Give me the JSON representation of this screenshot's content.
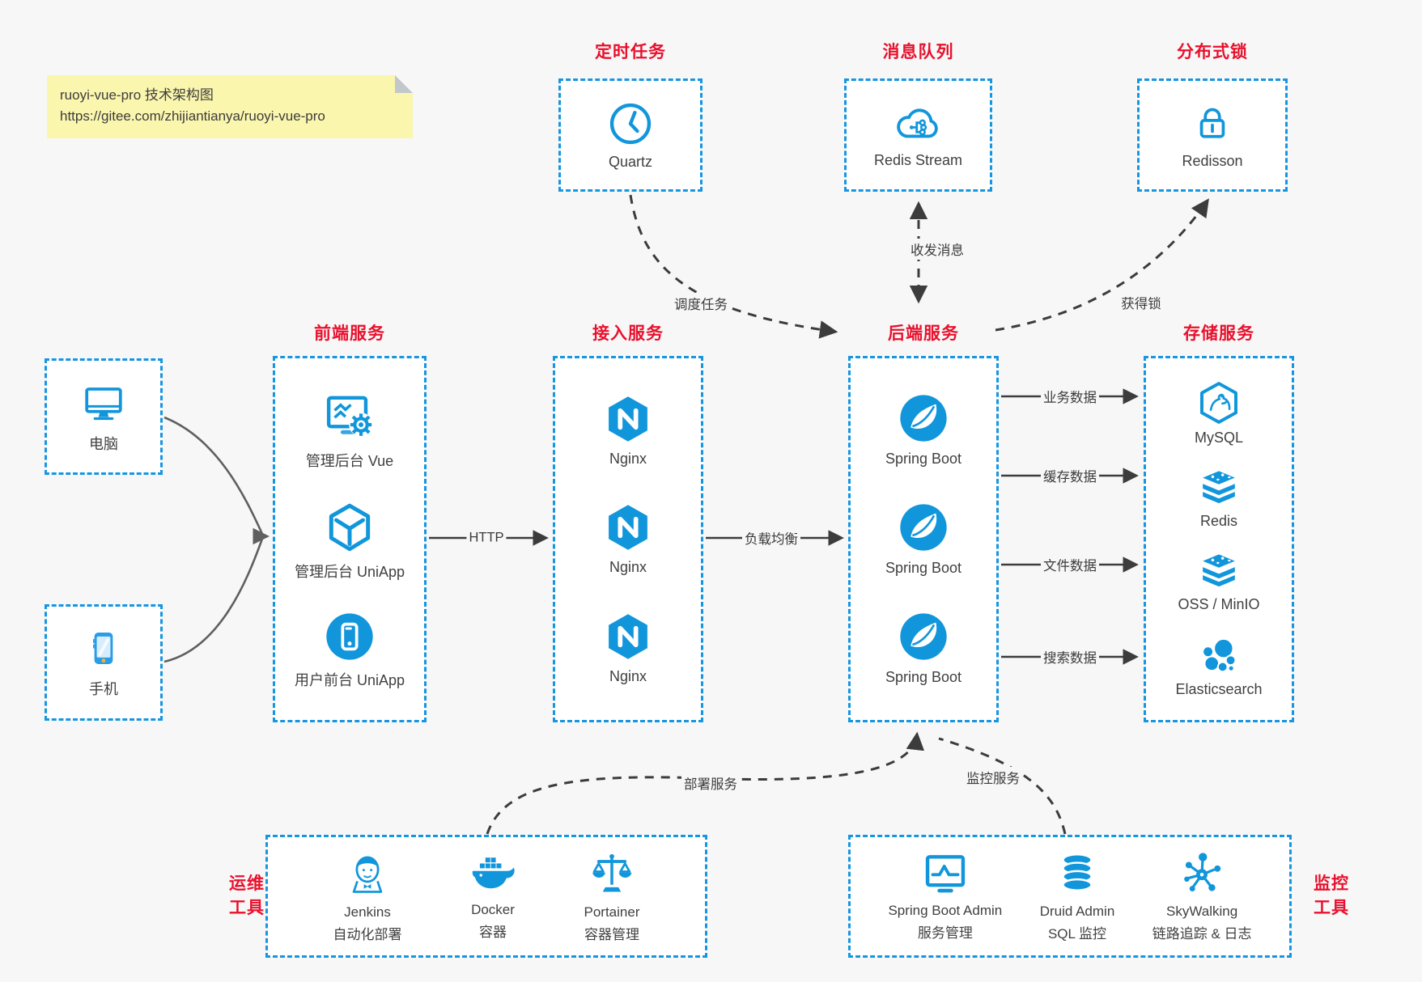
{
  "colors": {
    "accent_blue": "#1296db",
    "title_red": "#e8112d",
    "note_yellow": "#fbf6ae",
    "background": "#f7f7f7"
  },
  "note": {
    "line1": "ruoyi-vue-pro 技术架构图",
    "line2": "https://gitee.com/zhijiantianya/ruoyi-vue-pro"
  },
  "top_groups": [
    {
      "title": "定时任务",
      "items": [
        {
          "label": "Quartz",
          "icon": "clock-icon"
        }
      ]
    },
    {
      "title": "消息队列",
      "items": [
        {
          "label": "Redis Stream",
          "icon": "cloud-share-icon"
        }
      ]
    },
    {
      "title": "分布式锁",
      "items": [
        {
          "label": "Redisson",
          "icon": "lock-icon"
        }
      ]
    }
  ],
  "clients": [
    {
      "label": "电脑",
      "icon": "computer-icon"
    },
    {
      "label": "手机",
      "icon": "phone-icon"
    }
  ],
  "columns": [
    {
      "title": "前端服务",
      "items": [
        {
          "label": "管理后台 Vue",
          "icon": "admin-vue-icon"
        },
        {
          "label": "管理后台 UniApp",
          "icon": "uniapp-cube-icon"
        },
        {
          "label": "用户前台 UniApp",
          "icon": "user-uniapp-icon"
        }
      ]
    },
    {
      "title": "接入服务",
      "items": [
        {
          "label": "Nginx",
          "icon": "nginx-icon"
        },
        {
          "label": "Nginx",
          "icon": "nginx-icon"
        },
        {
          "label": "Nginx",
          "icon": "nginx-icon"
        }
      ]
    },
    {
      "title": "后端服务",
      "items": [
        {
          "label": "Spring Boot",
          "icon": "spring-icon"
        },
        {
          "label": "Spring Boot",
          "icon": "spring-icon"
        },
        {
          "label": "Spring Boot",
          "icon": "spring-icon"
        }
      ]
    },
    {
      "title": "存储服务",
      "items": [
        {
          "label": "MySQL",
          "icon": "mysql-icon"
        },
        {
          "label": "Redis",
          "icon": "layers-icon"
        },
        {
          "label": "OSS / MinIO",
          "icon": "layers-icon"
        },
        {
          "label": "Elasticsearch",
          "icon": "elasticsearch-icon"
        }
      ]
    }
  ],
  "bottom_groups": [
    {
      "side_label": {
        "line1": "运维",
        "line2": "工具"
      },
      "items": [
        {
          "name": "Jenkins",
          "desc": "自动化部署",
          "icon": "jenkins-icon"
        },
        {
          "name": "Docker",
          "desc": "容器",
          "icon": "docker-icon"
        },
        {
          "name": "Portainer",
          "desc": "容器管理",
          "icon": "portainer-icon"
        }
      ]
    },
    {
      "side_label": {
        "line1": "监控",
        "line2": "工具"
      },
      "items": [
        {
          "name": "Spring Boot Admin",
          "desc": "服务管理",
          "icon": "monitor-pulse-icon"
        },
        {
          "name": "Druid Admin",
          "desc": "SQL 监控",
          "icon": "database-icon"
        },
        {
          "name": "SkyWalking",
          "desc": "链路追踪 & 日志",
          "icon": "network-hub-icon"
        }
      ]
    }
  ],
  "edges": {
    "http": "HTTP",
    "load_balance": "负载均衡",
    "business_data": "业务数据",
    "cache_data": "缓存数据",
    "file_data": "文件数据",
    "search_data": "搜索数据",
    "schedule": "调度任务",
    "message": "收发消息",
    "lock": "获得锁",
    "deploy": "部署服务",
    "monitor": "监控服务"
  }
}
